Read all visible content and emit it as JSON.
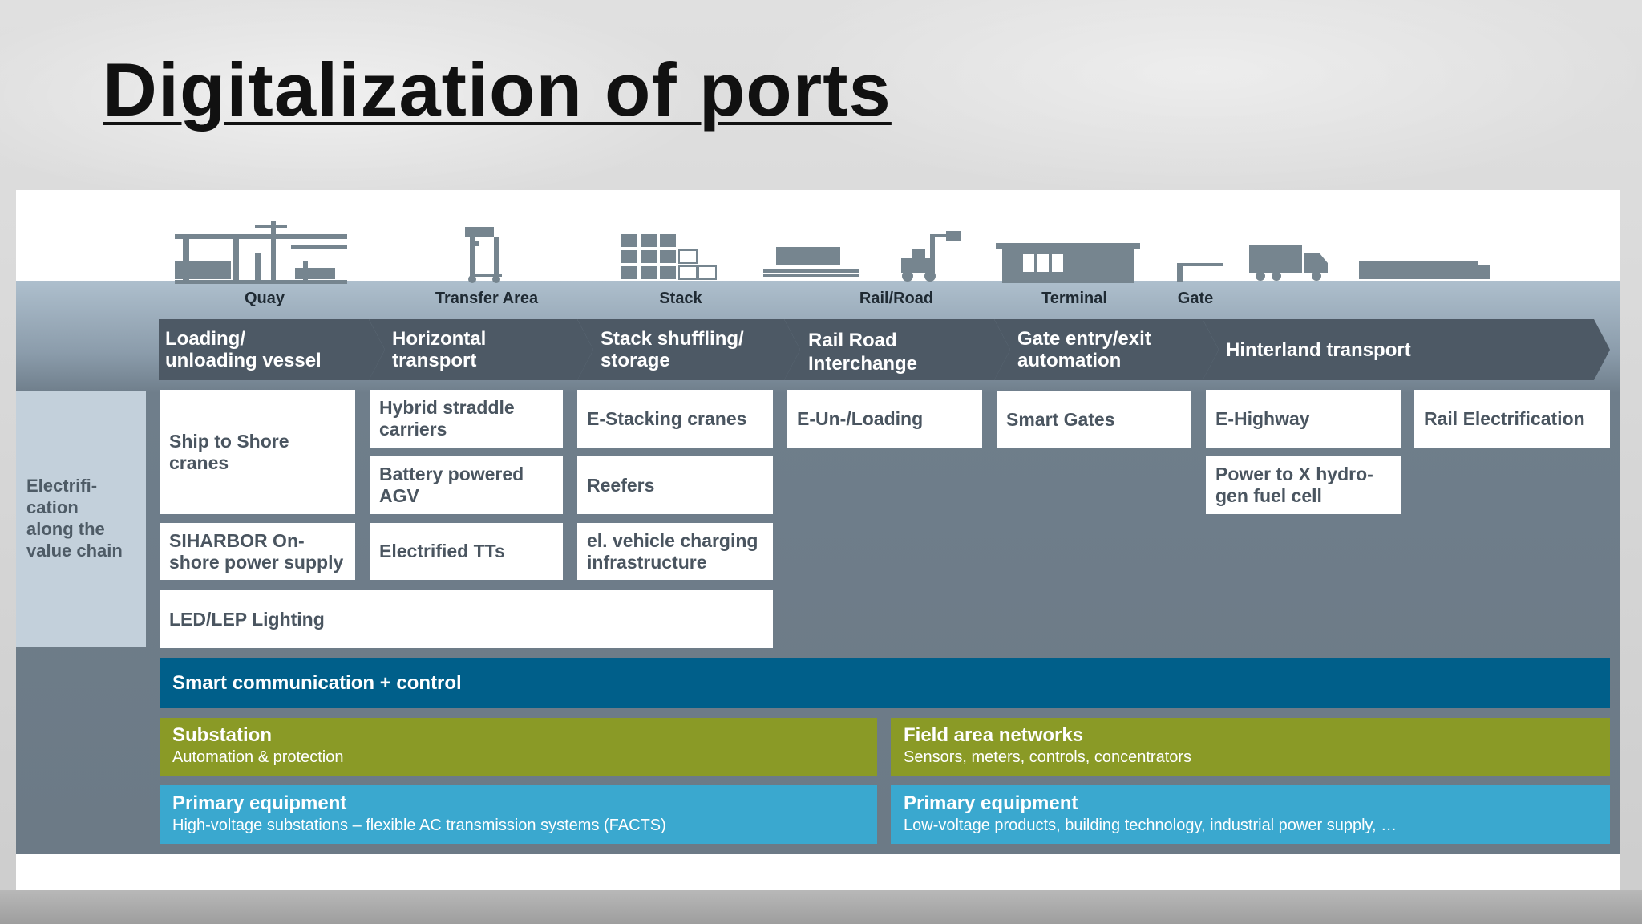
{
  "title": "Digitalization of ports",
  "stages": [
    "Quay",
    "Transfer Area",
    "Stack",
    "Rail/Road",
    "Terminal",
    "Gate"
  ],
  "process": [
    {
      "line1": "Loading/",
      "line2": "unloading vessel"
    },
    {
      "line1": "Horizontal",
      "line2": "transport"
    },
    {
      "line1": "Stack shuffling/",
      "line2": "storage"
    },
    {
      "line1": "Rail Road",
      "line2": "Interchange"
    },
    {
      "line1": "Gate entry/exit",
      "line2": "automation"
    },
    {
      "line1": "Hinterland transport",
      "line2": ""
    }
  ],
  "sidebar": {
    "lines": [
      "Electrifi-",
      "cation",
      "along the",
      "value chain"
    ]
  },
  "solutions": {
    "ship_to_shore": [
      "Ship to Shore",
      "cranes"
    ],
    "siharbor": [
      "SIHARBOR On-",
      "shore power supply"
    ],
    "led": "LED/LEP Lighting",
    "hybrid_straddle": [
      "Hybrid straddle",
      "carriers"
    ],
    "battery_agv": [
      "Battery powered",
      "AGV"
    ],
    "electrified_tts": "Electrified TTs",
    "e_stacking": "E-Stacking cranes",
    "reefers": "Reefers",
    "ev_charging": [
      "el. vehicle charging",
      "infrastructure"
    ],
    "e_unloading": "E-Un-/Loading",
    "smart_gates": "Smart Gates",
    "e_highway": "E-Highway",
    "power_to_x": [
      "Power to X hydro-",
      "gen fuel cell"
    ],
    "rail_electrification": "Rail Electrification"
  },
  "bars": {
    "smart_comm": "Smart communication + control",
    "substation": {
      "title": "Substation",
      "subtitle": "Automation & protection"
    },
    "field_area": {
      "title": "Field area networks",
      "subtitle": "Sensors, meters, controls, concentrators"
    },
    "primary_hv": {
      "title": "Primary equipment",
      "subtitle": "High-voltage substations – flexible AC transmission systems (FACTS)"
    },
    "primary_lv": {
      "title": "Primary equipment",
      "subtitle": "Low-voltage products, building technology, industrial power supply, …"
    }
  },
  "colors": {
    "chevron": "#4d5965",
    "smart_comm": "#005f8a",
    "green": "#8a9a26",
    "cyan": "#3aa8cf",
    "icon": "#76858f"
  },
  "icons": [
    "quay-crane-icon",
    "straddle-carrier-icon",
    "container-stack-icon",
    "rail-wagon-icon",
    "forklift-icon",
    "terminal-building-icon",
    "gate-barrier-icon",
    "truck-icon",
    "trailer-icon"
  ]
}
